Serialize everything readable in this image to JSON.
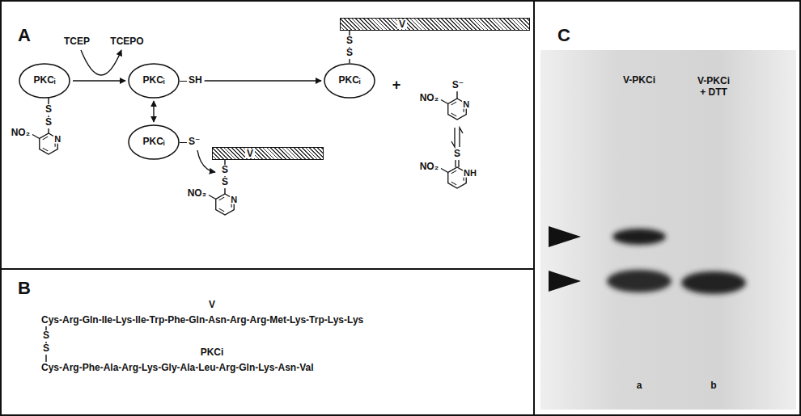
{
  "diagram": {
    "nodes": [
      {
        "text": [
          "PKCᵢ"
        ]
      },
      {
        "text": [
          "PKCᵢ",
          "SH"
        ]
      },
      {
        "text": [
          "PKCᵢ",
          "S⁻"
        ]
      },
      {
        "text": [
          "V"
        ]
      },
      {
        "text": [
          "PKCᵢ"
        ]
      },
      {
        "text": [
          "V"
        ]
      }
    ],
    "edges": [
      {
        "from": 0,
        "to": 1,
        "arrow": "to"
      },
      {
        "from": 1,
        "to": 2,
        "arrow": "both"
      },
      {
        "from": 1,
        "to": 4,
        "arrow": "to"
      },
      {
        "from": 4,
        "to": 5,
        "arrow": "none"
      }
    ],
    "labels": [
      "A",
      "TCEP",
      "TCEPO",
      "S",
      "S",
      "NO₂",
      "N",
      "S",
      "S",
      "+",
      "S⁻",
      "NO₂",
      "N",
      "S",
      "S",
      "NO₂",
      "N",
      "S",
      "NO₂",
      "NH",
      "B",
      "V",
      "Cys-Arg-Gln-Ile-Lys-Ile-Trp-Phe-Gln-Asn-Arg-Arg-Met-Lys-Trp-Lys-Lys",
      "S",
      "S",
      "PKCi",
      "Cys-Arg-Phe-Ala-Arg-Lys-Gly-Ala-Leu-Arg-Gln-Lys-Asn-Val",
      "C",
      "V-PKCi",
      "V-PKCi + DTT",
      "a",
      "b"
    ]
  }
}
